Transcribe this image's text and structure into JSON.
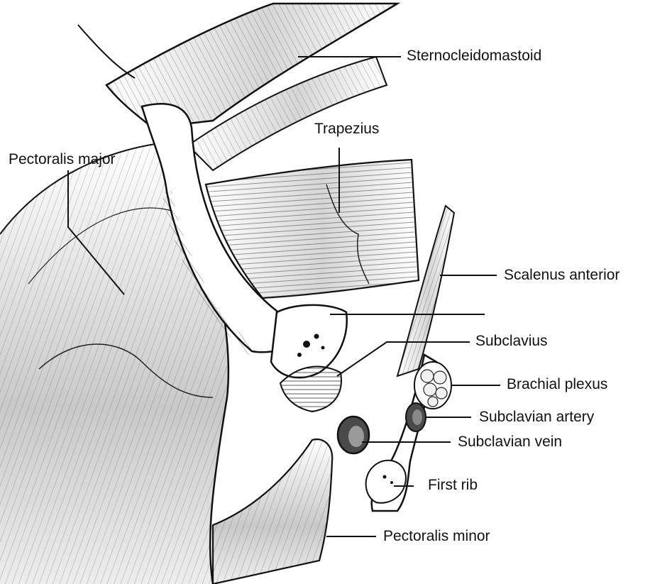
{
  "figure": {
    "labels": {
      "sternocleidomastoid": "Sternocleidomastoid",
      "trapezius": "Trapezius",
      "pectoralis_major": "Pectoralis major",
      "scalenus_anterior": "Scalenus anterior",
      "subclavius": "Subclavius",
      "brachial_plexus": "Brachial plexus",
      "subclavian_artery": "Subclavian artery",
      "subclavian_vein": "Subclavian vein",
      "first_rib": "First rib",
      "pectoralis_minor": "Pectoralis minor"
    }
  },
  "colors": {
    "ink": "#111111",
    "muscle_shade": "#bdbdbd",
    "muscle_light": "#e6e6e6",
    "vessel_dark": "#4a4a4a"
  }
}
